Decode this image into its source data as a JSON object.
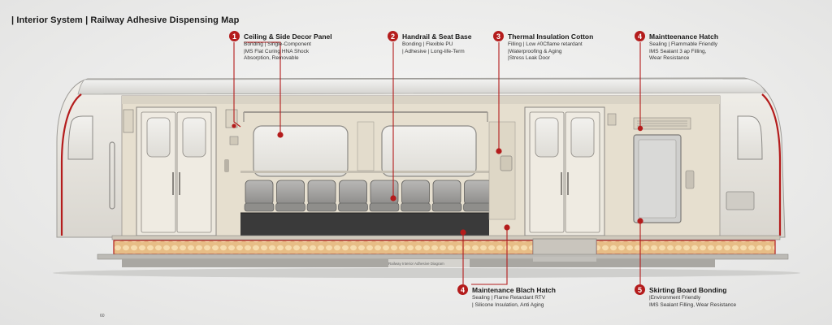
{
  "title": "| Interior System | Railway Adhesive Dispensing Map",
  "callouts": [
    {
      "number": "1",
      "title": "Ceiling & Side Decor Panel",
      "lines": [
        "Bonding | Single-Component",
        "|MS Flat Curing HNA Shock",
        "Absorption, Removable"
      ]
    },
    {
      "number": "2",
      "title": "Handrail & Seat Base",
      "lines": [
        "Bonding | Flexible PU",
        "| Adhesive | Long-life-Term"
      ]
    },
    {
      "number": "3",
      "title": "Thermal Insulation Cotton",
      "lines": [
        "Filling | Low #0Cflame retardant",
        "|Waterproofing & Aging",
        "|Stress Leak Door"
      ]
    },
    {
      "number": "4",
      "title": "Maintteenance Hatch",
      "lines": [
        "Sealing | Flammable Friendly",
        "IMS Sealant 3 ap Filling,",
        "Wear Resistance"
      ]
    },
    {
      "number": "4",
      "title": "Maintenance Blach Hatch",
      "lines": [
        "Sealing | Flame Retardant RTV",
        "| Silicone Insulation, Anti Aging"
      ]
    },
    {
      "number": "5",
      "title": "Skirting Board Bonding",
      "lines": [
        "|Environment Friendly",
        "IMS Sealant Filling, Wear Resistance"
      ]
    }
  ],
  "plate_text": "Railway Interior Adhesive Diagram",
  "footer": "60",
  "colors": {
    "accent": "#b41c1c",
    "body": "#e9e7e1",
    "interior": "#e6dfcf",
    "insulation": "#e9c18b"
  }
}
